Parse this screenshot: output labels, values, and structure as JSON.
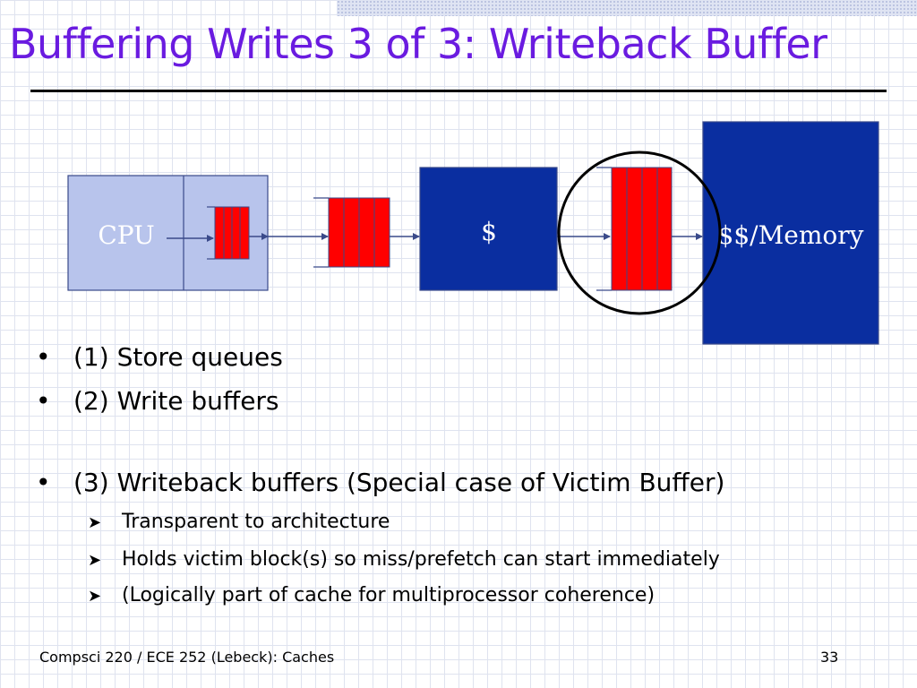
{
  "slide": {
    "title": "Buffering Writes 3 of 3: Writeback Buffer",
    "colors": {
      "title": "#6a1be0",
      "cpu_box": "#b8c4ec",
      "cache_box": "#0a2ea0",
      "buffer": "#ff0000",
      "arrow": "#3a4a8a"
    }
  },
  "diagram": {
    "cpu_label": "CPU",
    "cache_label": "$",
    "memory_label": "$$/Memory"
  },
  "bullets": [
    {
      "text": "(1) Store queues"
    },
    {
      "text": "(2) Write buffers"
    },
    {
      "text": "(3) Writeback buffers (Special case of Victim Buffer)"
    }
  ],
  "subbullets": [
    {
      "text": "Transparent to architecture"
    },
    {
      "text": "Holds victim block(s) so miss/prefetch can start immediately"
    },
    {
      "text": "(Logically part of cache for multiprocessor coherence)"
    }
  ],
  "footer": {
    "course": "Compsci 220 / ECE 252 (Lebeck): Caches",
    "page_number": "33"
  }
}
